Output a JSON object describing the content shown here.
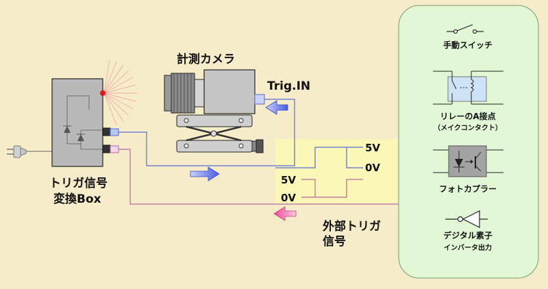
{
  "labels": {
    "camera": "計測カメラ",
    "trig_in": "Trig.IN",
    "box_line1": "トリガ信号",
    "box_line2": "変換Box",
    "high_top": "5V",
    "low_top": "0V",
    "high_bottom": "5V",
    "low_bottom": "0V",
    "ext_line1": "外部トリガ",
    "ext_line2": "信号"
  },
  "legend": {
    "switch": "手動スイッチ",
    "relay": "リレーのA接点",
    "relay_sub": "（メイクコンタクト）",
    "photocoupler": "フォトカプラー",
    "digital": "デジタル素子",
    "digital_sub": "インバータ出力"
  },
  "colors": {
    "background": "#f7ecc9",
    "legend_panel": "#e2f7d6",
    "waveform_panel": "#fbf7b7",
    "blue_line": "#5a6ad8",
    "pink_line": "#b56a9c",
    "box_fill": "#b9b9b9"
  }
}
